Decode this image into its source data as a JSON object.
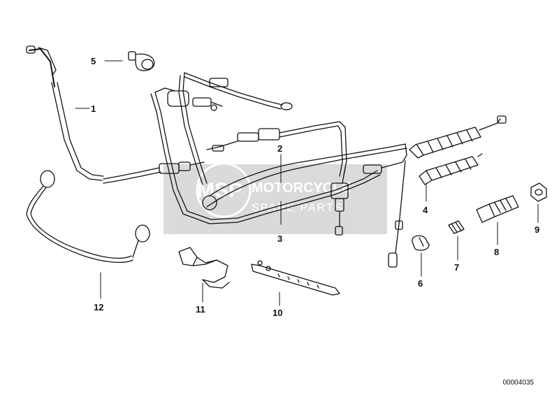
{
  "diagram": {
    "callouts": {
      "p1": "1",
      "p2": "2",
      "p3": "3",
      "p4": "4",
      "p5": "5",
      "p6": "6",
      "p7": "7",
      "p8": "8",
      "p9": "9",
      "p10": "10",
      "p11": "11",
      "p12": "12"
    },
    "reference_number": "00004035"
  },
  "watermark": {
    "logo_text": "MSP",
    "line1": "MOTORCYCLE",
    "line2": "SPARE PARTS",
    "color": "#d9d9d9"
  },
  "colors": {
    "line": "#111111",
    "background": "#ffffff"
  }
}
